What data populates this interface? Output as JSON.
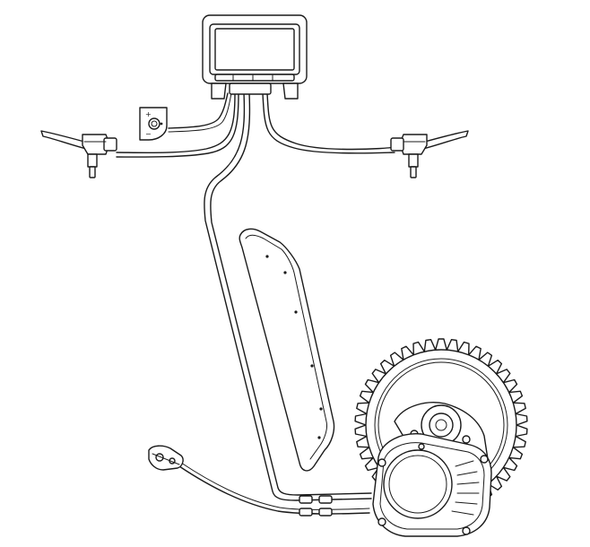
{
  "diagram": {
    "components": [
      {
        "name": "display",
        "icon": "lcd-display-icon"
      },
      {
        "name": "control-pad",
        "icon": "control-pad-icon",
        "glyphs": [
          "+",
          "−"
        ]
      },
      {
        "name": "left-brake-lever",
        "icon": "brake-lever-icon"
      },
      {
        "name": "right-brake-lever",
        "icon": "brake-lever-icon"
      },
      {
        "name": "battery",
        "icon": "battery-pack-icon"
      },
      {
        "name": "mid-drive-motor",
        "icon": "mid-drive-motor-icon"
      },
      {
        "name": "chainring",
        "icon": "chainring-icon"
      },
      {
        "name": "speed-sensor",
        "icon": "speed-sensor-icon"
      }
    ],
    "line_color": "#1a1a1a",
    "background": "#ffffff"
  }
}
